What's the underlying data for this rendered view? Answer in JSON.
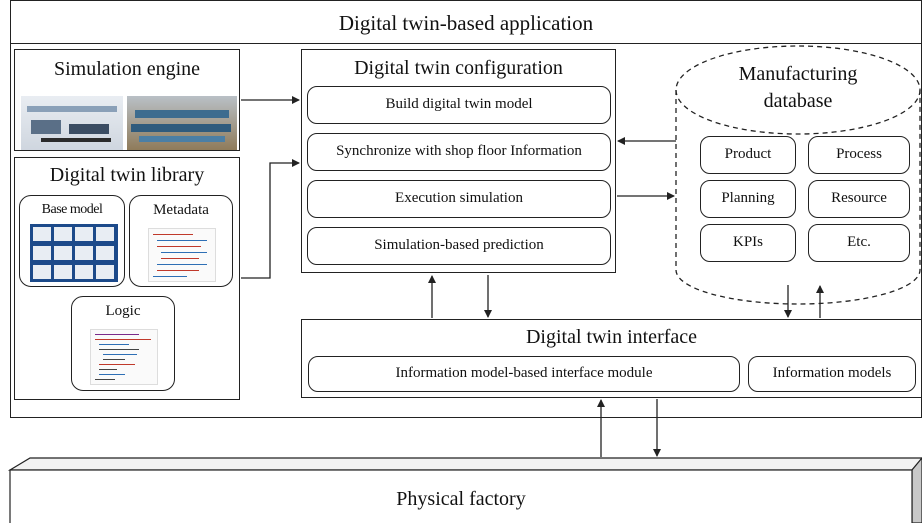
{
  "app": {
    "title": "Digital twin-based application"
  },
  "simulation_engine": {
    "title": "Simulation engine",
    "images": [
      "factory-floor-render-1",
      "factory-floor-render-2"
    ]
  },
  "library": {
    "title": "Digital twin library",
    "base_model": "Base model",
    "metadata": "Metadata",
    "logic": "Logic"
  },
  "config": {
    "title": "Digital twin configuration",
    "items": [
      "Build digital twin model",
      "Synchronize with shop floor Information",
      "Execution simulation",
      "Simulation-based prediction"
    ]
  },
  "database": {
    "title_line1": "Manufacturing",
    "title_line2": "database",
    "items": [
      "Product",
      "Process",
      "Planning",
      "Resource",
      "KPIs",
      "Etc."
    ]
  },
  "interface": {
    "title": "Digital twin interface",
    "module": "Information model-based interface module",
    "models": "Information models"
  },
  "factory": {
    "title": "Physical factory"
  },
  "colors": {
    "line": "#222222",
    "factory_top": "#f2f2f2",
    "factory_side": "#c8c8c8",
    "thumb_blue": "#1c4a8a"
  }
}
